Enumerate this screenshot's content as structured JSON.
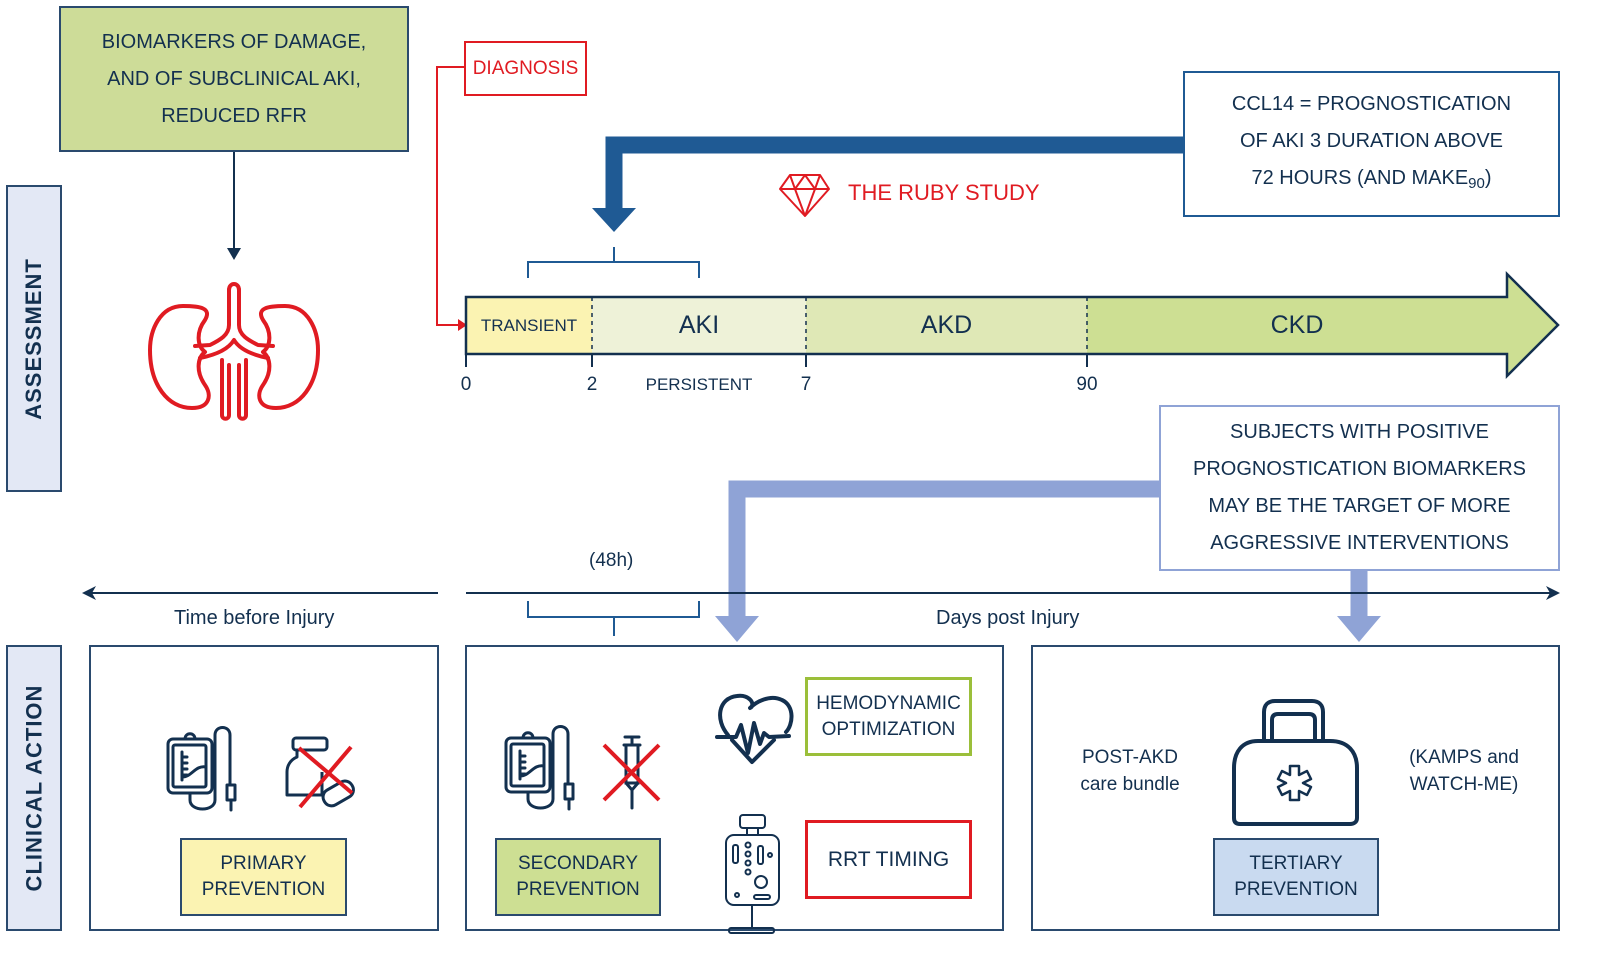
{
  "side_labels": {
    "assessment": "ASSESSMENT",
    "clinical_action": "CLINICAL ACTION"
  },
  "biomarkers_box": {
    "lines": [
      "BIOMARKERS OF DAMAGE,",
      "AND OF SUBCLINICAL AKI,",
      "REDUCED RFR"
    ],
    "color": "#cddc98"
  },
  "diagnosis_label": "DIAGNOSIS",
  "ruby_study_label": "THE RUBY STUDY",
  "ccl14_box": {
    "lines": [
      "CCL14 = PROGNOSTICATION",
      "OF AKI 3 DURATION ABOVE",
      "72 HOURS (AND MAKE",
      "90",
      ")"
    ]
  },
  "timeline": {
    "segments": [
      {
        "label": "TRANSIENT",
        "color": "#fbf3b2"
      },
      {
        "label": "AKI",
        "color": "#eef2d8"
      },
      {
        "label": "AKD",
        "color": "#dfe8b6"
      },
      {
        "label": "CKD",
        "color": "#cddf93"
      }
    ],
    "ticks": [
      "0",
      "2",
      "7",
      "90"
    ],
    "persistent_label": "PERSISTENT"
  },
  "subjects_box": {
    "lines": [
      "SUBJECTS WITH POSITIVE",
      "PROGNOSTICATION BIOMARKERS",
      "MAY BE THE TARGET OF MORE",
      "AGGRESSIVE INTERVENTIONS"
    ]
  },
  "axis": {
    "hours_label": "(48h)",
    "time_before": "Time before Injury",
    "days_post": "Days post Injury"
  },
  "panels": {
    "primary": {
      "tag_lines": [
        "PRIMARY",
        "PREVENTION"
      ],
      "tag_color": "#fbf3b2"
    },
    "secondary": {
      "tag_lines": [
        "SECONDARY",
        "PREVENTION"
      ],
      "tag_color": "#cddf93",
      "hemodynamic_lines": [
        "HEMODYNAMIC",
        "OPTIMIZATION"
      ],
      "rrt_label": "RRT TIMING"
    },
    "tertiary": {
      "tag_lines": [
        "TERTIARY",
        "PREVENTION"
      ],
      "tag_color": "#c9daf0",
      "left_lines": [
        "POST-AKD",
        "care bundle"
      ],
      "right_lines": [
        "(KAMPS and",
        "WATCH-ME)"
      ]
    }
  },
  "colors": {
    "navy": "#13304f",
    "dark_blue_arrow": "#1f5a94",
    "light_blue_arrow": "#8fa3d6",
    "red": "#e01b22",
    "green_border": "#9bbf3a"
  }
}
